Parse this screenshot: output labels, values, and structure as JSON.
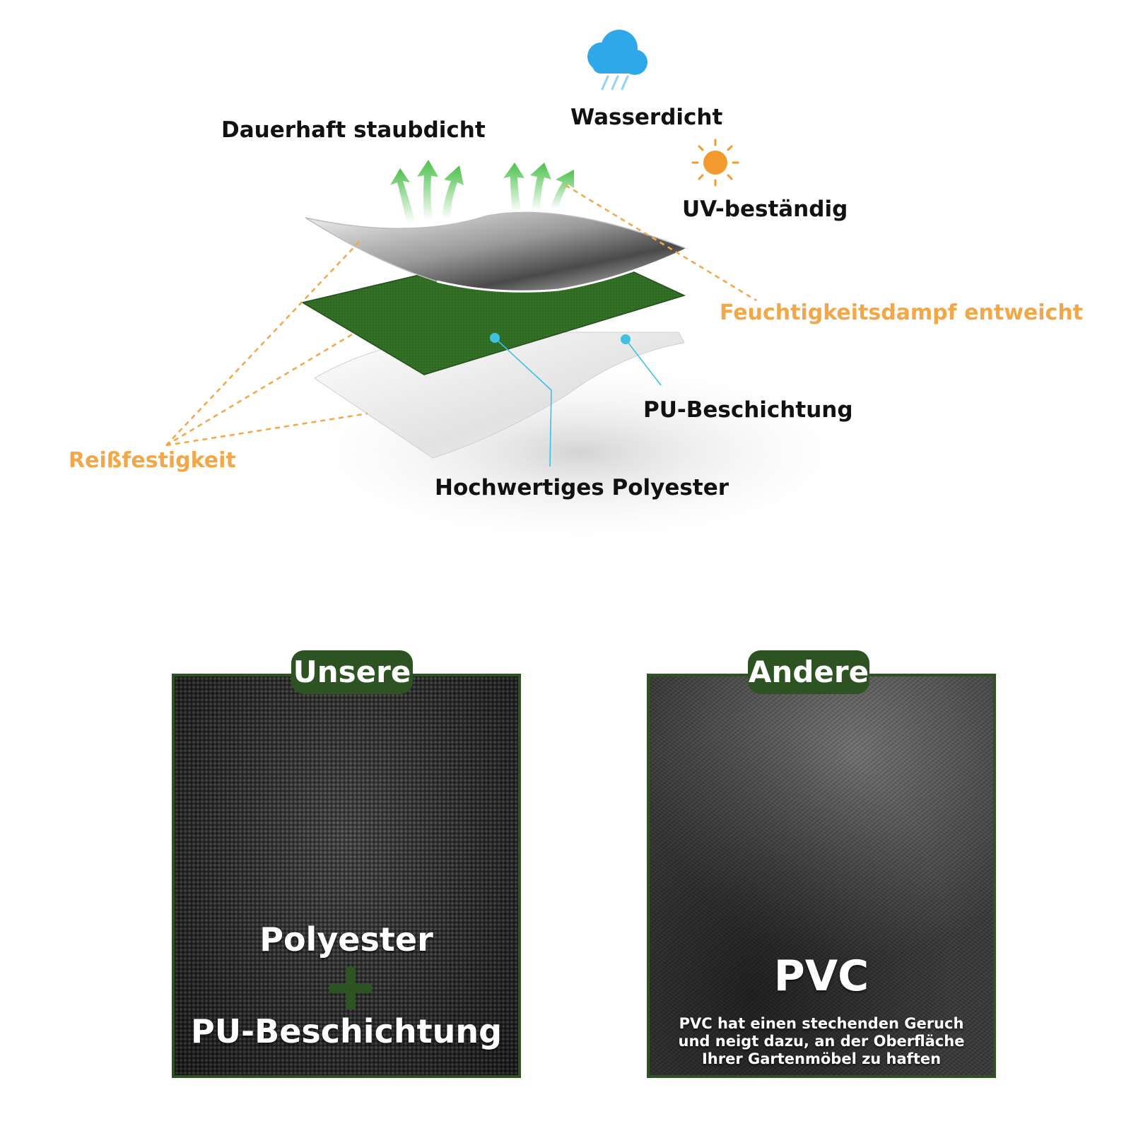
{
  "features": {
    "dustproof": "Dauerhaft staubdicht",
    "waterproof": "Wasserdicht",
    "uv_resistant": "UV-beständig",
    "vapor": "Feuchtigkeitsdampf entweicht",
    "tear_strength": "Reißfestigkeit",
    "pu_coating": "PU-Beschichtung",
    "polyester": "Hochwertiges Polyester"
  },
  "icons": {
    "rain": "rain-cloud-icon",
    "sun": "sun-icon",
    "arrows": "up-arrow-icon"
  },
  "comparison": {
    "ours": {
      "badge": "Unsere",
      "line1": "Polyester",
      "line2": "PU-Beschichtung"
    },
    "other": {
      "badge": "Andere",
      "title": "PVC",
      "description": "PVC hat einen stechenden Geruch und neigt dazu, an der Oberfläche Ihrer Gartenmöbel zu haften"
    }
  },
  "colors": {
    "accent_orange": "#f2a748",
    "brand_green": "#2e5322",
    "layer_green": "#2f6a23",
    "cloud_blue": "#2ea8e8",
    "sun_orange": "#f29a2e",
    "pointer_cyan": "#3fc1e0"
  }
}
